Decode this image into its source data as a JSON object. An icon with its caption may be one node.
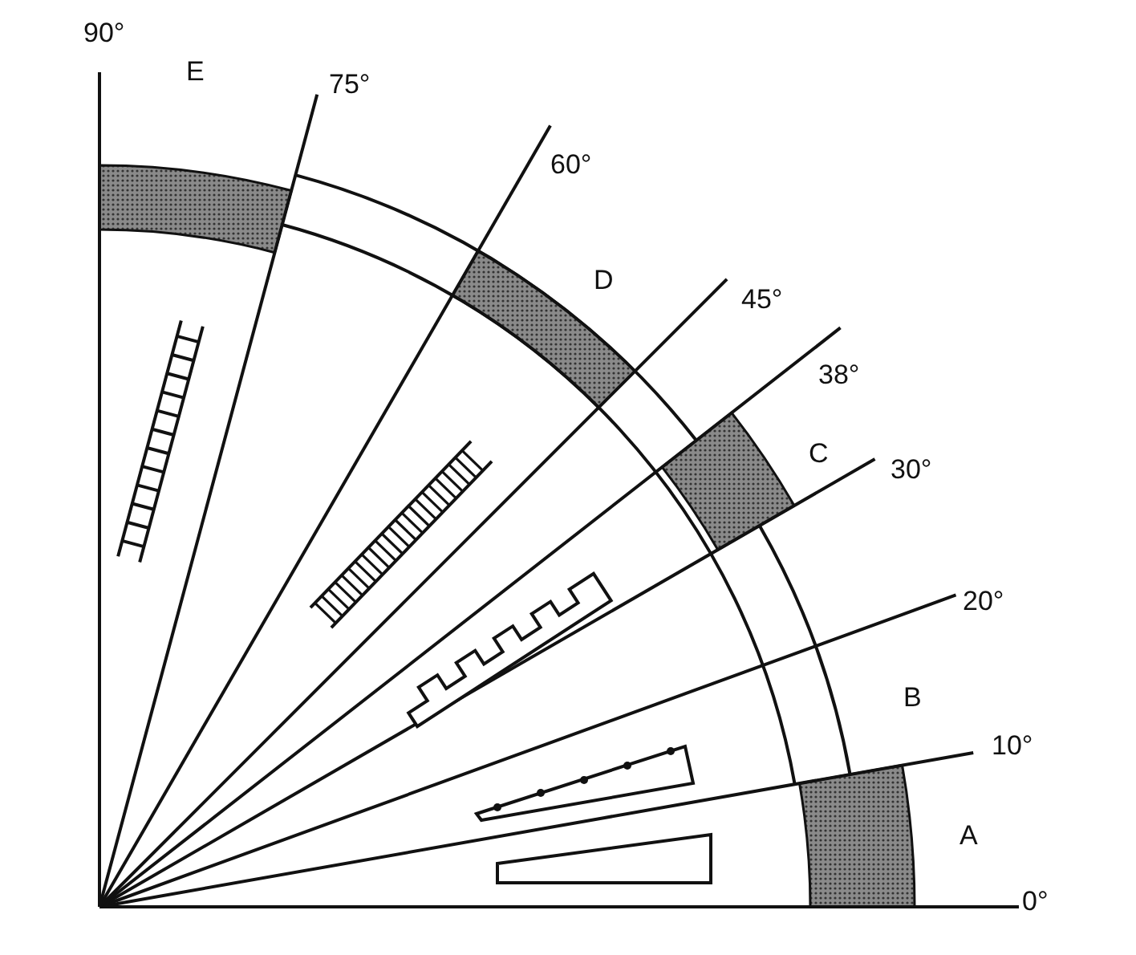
{
  "diagram": {
    "labels": [
      "90°",
      "E",
      "75°",
      "60°",
      "D",
      "45°",
      "38°",
      "C",
      "30°",
      "20°",
      "B",
      "10°",
      "A",
      "0°"
    ]
  }
}
